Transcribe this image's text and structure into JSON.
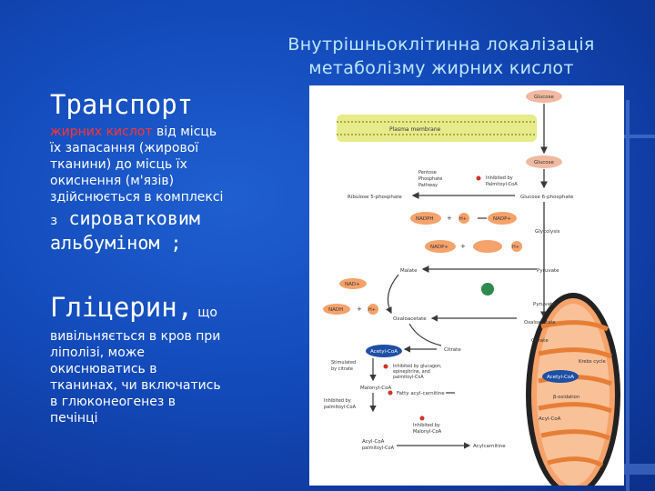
{
  "slide": {
    "title_line1": "Внутрішньоклітинна локалізація",
    "title_line2": "метаболізму жирних  кислот",
    "transport_heading": "Транспорт",
    "transport_red": "жирних кислот",
    "transport_rest_1": " від місць",
    "transport_line2": "їх запасання (жирової",
    "transport_line3": "тканини) до місць їх",
    "transport_line4": "окиснення (м'язів)",
    "transport_line5": "здійснюється в комплексі",
    "transport_z": "з",
    "transport_albumin1": " сироватковим",
    "transport_albumin2": "альбуміном ;",
    "glycerol_heading": "Гліцерин,",
    "glycerol_scho": "що",
    "glycerol_line1": "вивільняється в кров при",
    "glycerol_line2": "ліполізі, може",
    "glycerol_line3": "окиснюватись в",
    "glycerol_line4": "тканинах, чи включатись",
    "glycerol_line5": "в глюконеогенез в",
    "glycerol_line6": "печінці"
  },
  "diagram": {
    "glucose_top": "Glucose",
    "plasma_membrane": "Plasma membrane",
    "glucose_inner": "Glucose",
    "pentose_line1": "Pentose",
    "pentose_line2": "Phosphate",
    "pentose_line3": "Pathway",
    "inhibited_line1": "Inhibited by",
    "inhibited_line2": "Palmitoyl-CoA",
    "ribulose": "Ribulose 5-phosphate",
    "glucose6p": "Glucose 6-phosphate",
    "nadph": "NADPH",
    "hplus1": "H+",
    "nadp_plus": "NADP+",
    "nadp_plus2": "NADP+",
    "hplus2": "H+",
    "glycolysis": "Glycolysis",
    "malate": "Malate",
    "pyruvate": "Pyruvate",
    "nad_plus": "NAD+",
    "nadh": "NADH",
    "hplus3": "H+",
    "oxaloacetate": "Oxaloacetate",
    "pyruvate_m": "Pyruvate",
    "oxaloacetate_m": "Oxaloacetate",
    "citrate": "Citrate",
    "citrate_m": "Citrate",
    "acetyl_coa": "Acetyl-CoA",
    "acetyl_coa_m": "Acetyl-CoA",
    "stimulated_line1": "Stimulated",
    "stimulated_line2": "by citrate",
    "inhibited2_line1": "Inhibited by glucagon,",
    "inhibited2_line2": "epinephrine, and",
    "inhibited2_line3": "palmitoyl-CoA",
    "malonyl_coa": "Malonyl-CoA",
    "inhibited3_line1": "Inhibited by",
    "inhibited3_line2": "palmitoyl-CoA",
    "fatty_acyl": "Fatty acyl-carnitine",
    "acyl_coa": "Acyl-CoA",
    "acyl_coa_m": "Acyl-CoA",
    "beta_ox": "β-oxidation",
    "inhibited4_line1": "Inhibited by",
    "inhibited4_line2": "Malonyl-CoA",
    "acyl_coa2_line1": "Acyl-CoA",
    "acyl_coa2_line2": "palmitoyl-CoA",
    "acylcarnitine": "Acylcarnitine",
    "krebs": "Krebs cycle"
  }
}
